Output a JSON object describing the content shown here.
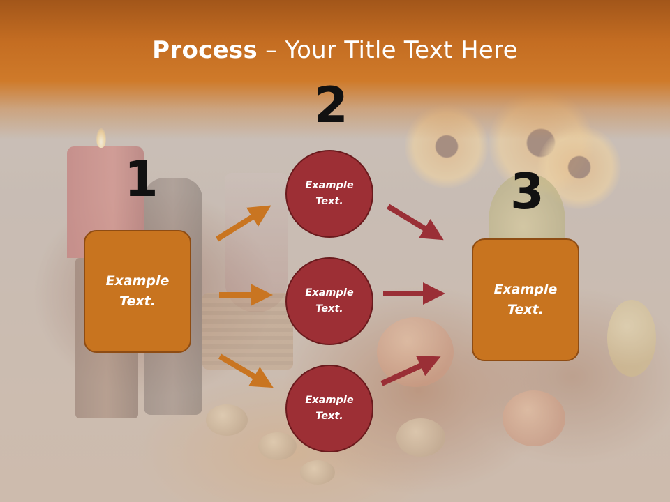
{
  "title": {
    "bold": "Process",
    "separator": " – ",
    "rest": "Your Title Text Here"
  },
  "numbers": [
    "1",
    "2",
    "3"
  ],
  "left_box": {
    "label": "Example Text."
  },
  "right_box": {
    "label": "Example Text."
  },
  "circles": [
    {
      "label": "Example Text."
    },
    {
      "label": "Example Text."
    },
    {
      "label": "Example Text."
    }
  ],
  "colors": {
    "title_band": "#c46d22",
    "box_fill": "#c8741f",
    "box_border": "#8e4c13",
    "circle_fill": "#9d2f35",
    "circle_border": "#6a1a1d",
    "arrow_orange": "#c97521",
    "arrow_red": "#9a2f36",
    "number_text": "#111111"
  }
}
